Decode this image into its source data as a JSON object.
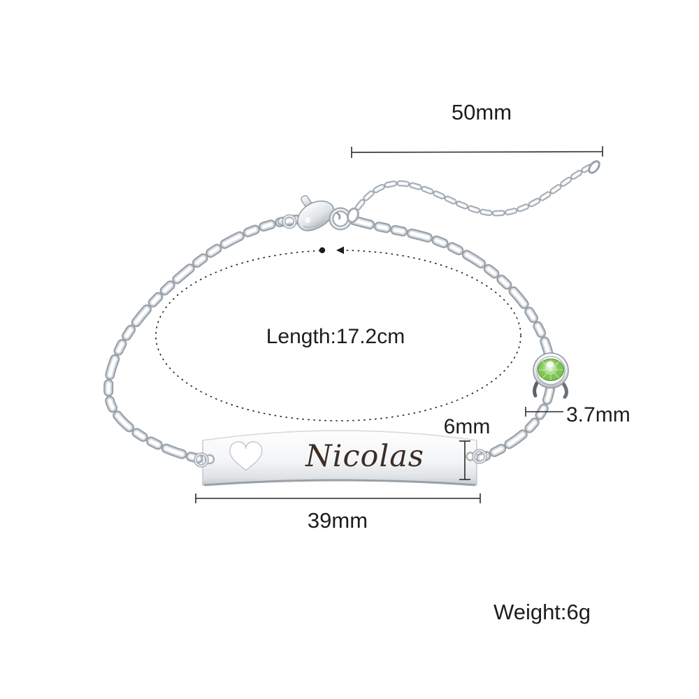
{
  "engraving": {
    "name": "Nicolas"
  },
  "annotations": {
    "extension_length": "50mm",
    "length": "Length:17.2cm",
    "bar_height": "6mm",
    "stone_diameter": "3.7mm",
    "bar_width": "39mm",
    "weight": "Weight:6g"
  },
  "icons": {
    "heart_cutout": "heart-icon",
    "measure_dot": "dot-marker",
    "measure_arrow": "left-arrowhead"
  },
  "colors": {
    "background": "#ffffff",
    "annotation": "#1d1d1d",
    "engraving": "#3a2e26",
    "stone": "#7cc64f",
    "metal_light": "#f4f6f7",
    "metal_dark": "#99a1a9"
  }
}
